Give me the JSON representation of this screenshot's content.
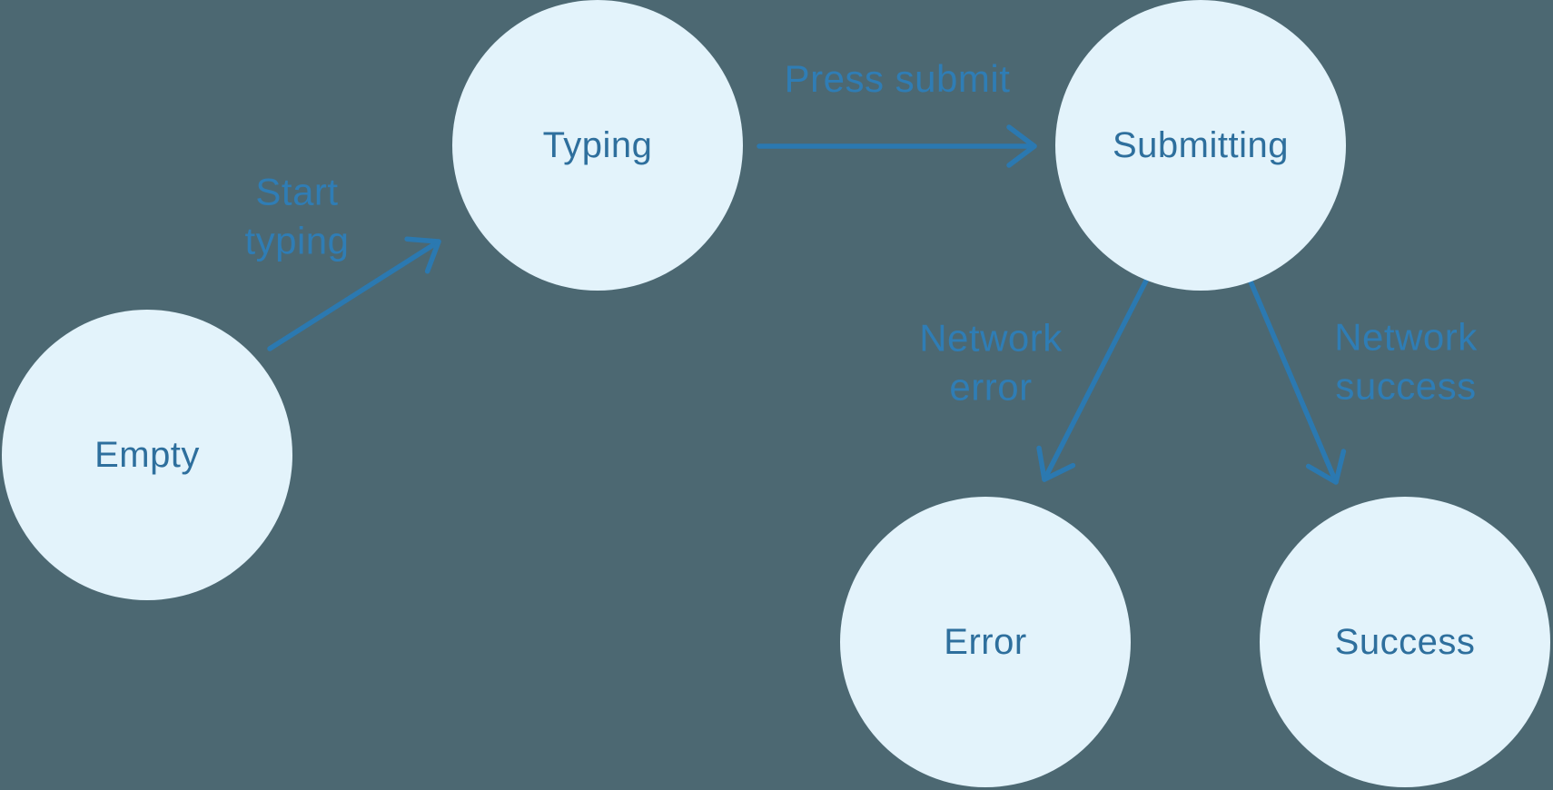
{
  "diagram": {
    "colors": {
      "background": "#4c6872",
      "node_fill": "#e3f3fb",
      "node_text": "#2e6f9d",
      "arrow": "#2b79b1",
      "edge_label": "#2f7db5"
    },
    "nodes": [
      {
        "id": "empty",
        "label": "Empty"
      },
      {
        "id": "typing",
        "label": "Typing"
      },
      {
        "id": "submitting",
        "label": "Submitting"
      },
      {
        "id": "error",
        "label": "Error"
      },
      {
        "id": "success",
        "label": "Success"
      }
    ],
    "edges": [
      {
        "id": "empty-typing",
        "from": "Empty",
        "to": "Typing",
        "label": "Start typing"
      },
      {
        "id": "typing-submitting",
        "from": "Typing",
        "to": "Submitting",
        "label": "Press submit"
      },
      {
        "id": "submitting-error",
        "from": "Submitting",
        "to": "Error",
        "label": "Network error"
      },
      {
        "id": "submitting-success",
        "from": "Submitting",
        "to": "Success",
        "label": "Network success"
      }
    ]
  }
}
